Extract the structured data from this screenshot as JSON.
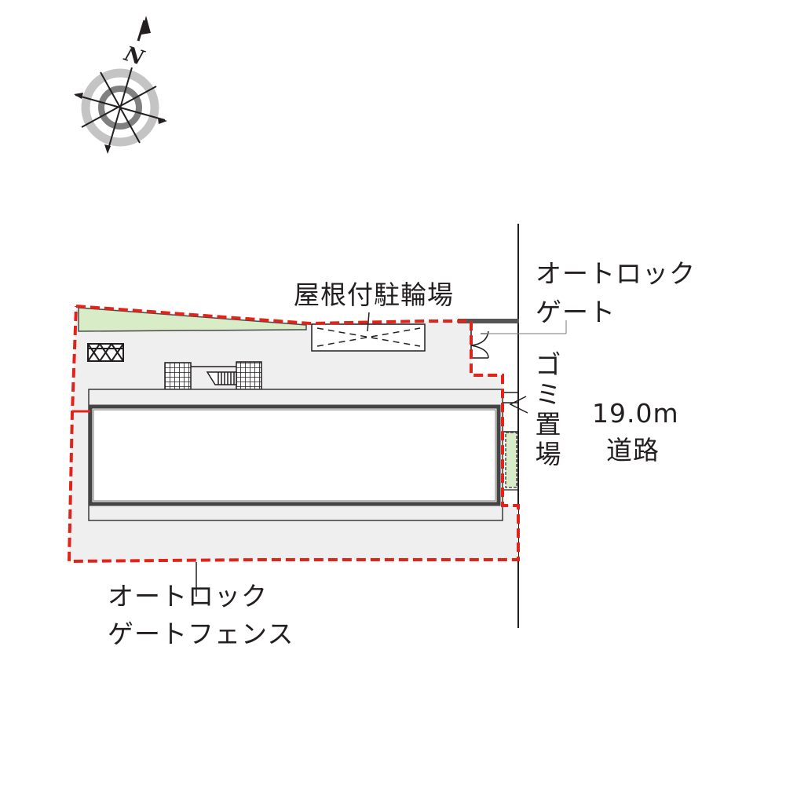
{
  "compass": {
    "north_letter": "N",
    "icon": "compass-rose-icon"
  },
  "labels": {
    "bicycle_parking": "屋根付駐輪場",
    "autolock_gate_line1": "オートロック",
    "autolock_gate_line2": "ゲート",
    "garbage_area": [
      "ゴ",
      "ミ",
      "置",
      "場"
    ],
    "road_width": "19.0m",
    "road": "道路",
    "fence_line1": "オートロック",
    "fence_line2": "ゲートフェンス"
  },
  "colors": {
    "boundary": "#e2231a",
    "site_fill": "#efefef",
    "green": "#d9ecc8",
    "line": "#231f20",
    "wall": "#555555"
  }
}
